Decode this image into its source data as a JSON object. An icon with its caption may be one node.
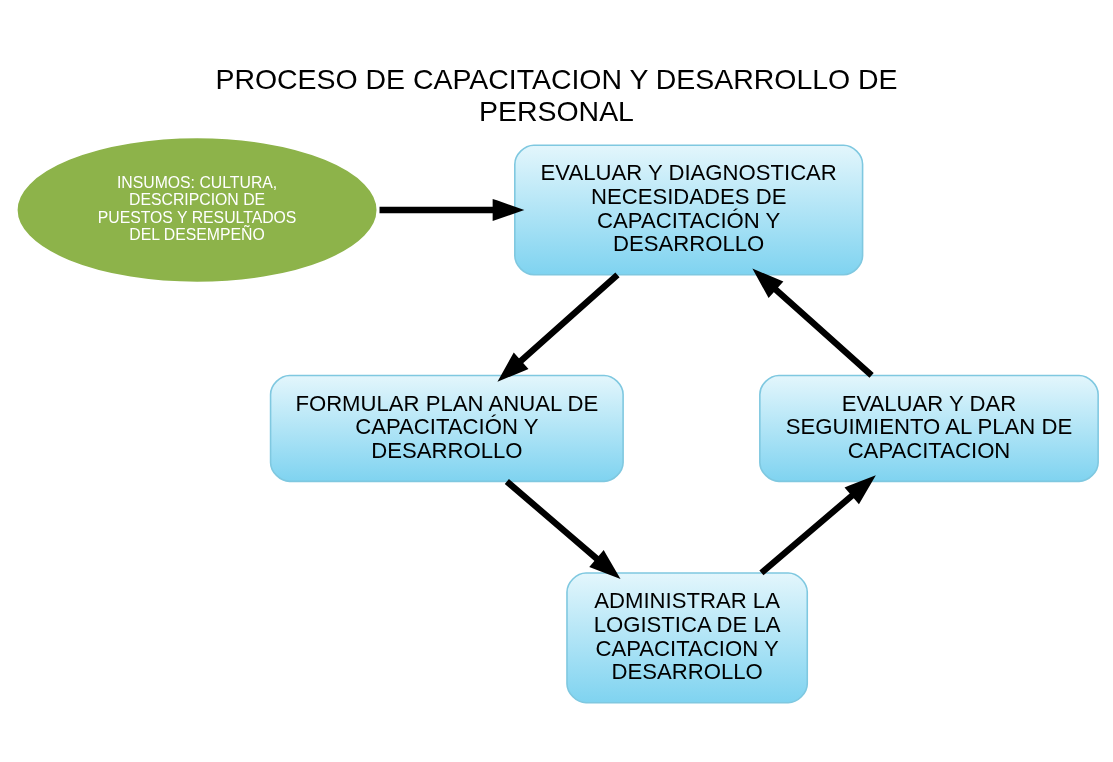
{
  "diagram": {
    "title": "PROCESO DE CAPACITACION Y DESARROLLO DE PERSONAL",
    "nodes": [
      {
        "text": [
          "INSUMOS: CULTURA, DESCRIPCION DE PUESTOS Y RESULTADOS DEL DESEMPEÑO"
        ]
      },
      {
        "text": [
          "EVALUAR Y DIAGNOSTICAR NECESIDADES DE CAPACITACIÓN Y DESARROLLO"
        ]
      },
      {
        "text": [
          "FORMULAR PLAN ANUAL DE CAPACITACIÓN Y DESARROLLO"
        ]
      },
      {
        "text": [
          "ADMINISTRAR LA LOGISTICA DE LA CAPACITACION Y DESARROLLO"
        ]
      },
      {
        "text": [
          "EVALUAR Y DAR SEGUIMIENTO AL PLAN DE CAPACITACION"
        ]
      }
    ],
    "edges": [
      {
        "from": 0,
        "to": 1,
        "arrow": "to"
      },
      {
        "from": 1,
        "to": 2,
        "arrow": "to"
      },
      {
        "from": 2,
        "to": 3,
        "arrow": "to"
      },
      {
        "from": 3,
        "to": 4,
        "arrow": "to"
      },
      {
        "from": 4,
        "to": 1,
        "arrow": "to"
      }
    ]
  }
}
